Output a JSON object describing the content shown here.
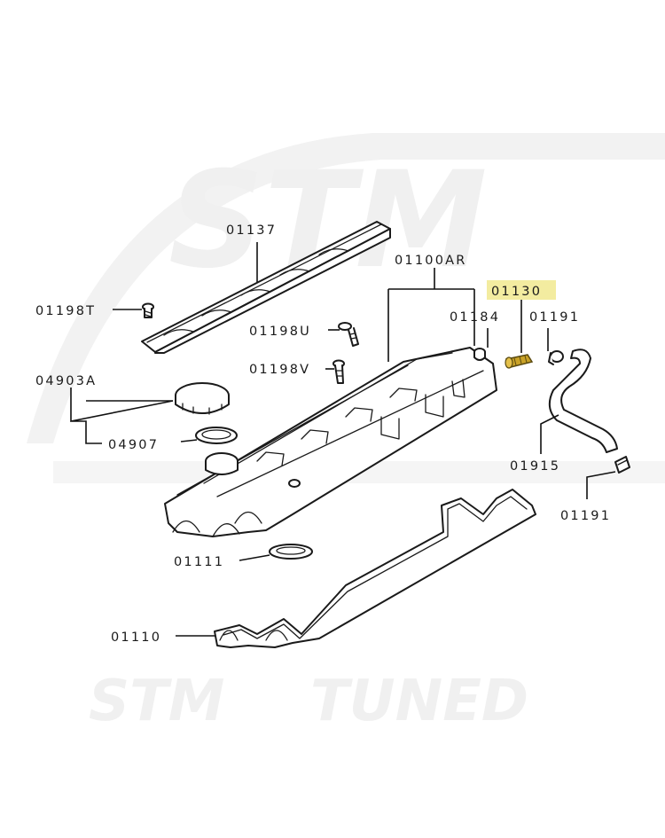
{
  "watermark": {
    "top_text": "STM",
    "bottom_left": "STM",
    "bottom_right": "TUNED"
  },
  "labels": {
    "p01137": "01137",
    "p01100AR": "01100AR",
    "p01130": "01130",
    "p01198T": "01198T",
    "p01184": "01184",
    "p01191a": "01191",
    "p01198U": "01198U",
    "p01198V": "01198V",
    "p04903A": "04903A",
    "p04907": "04907",
    "p01915": "01915",
    "p01191b": "01191",
    "p01111": "01111",
    "p01110": "01110"
  },
  "highlight": {
    "part": "01130",
    "color": "#f3eca0",
    "part_color": "#c9a227"
  }
}
